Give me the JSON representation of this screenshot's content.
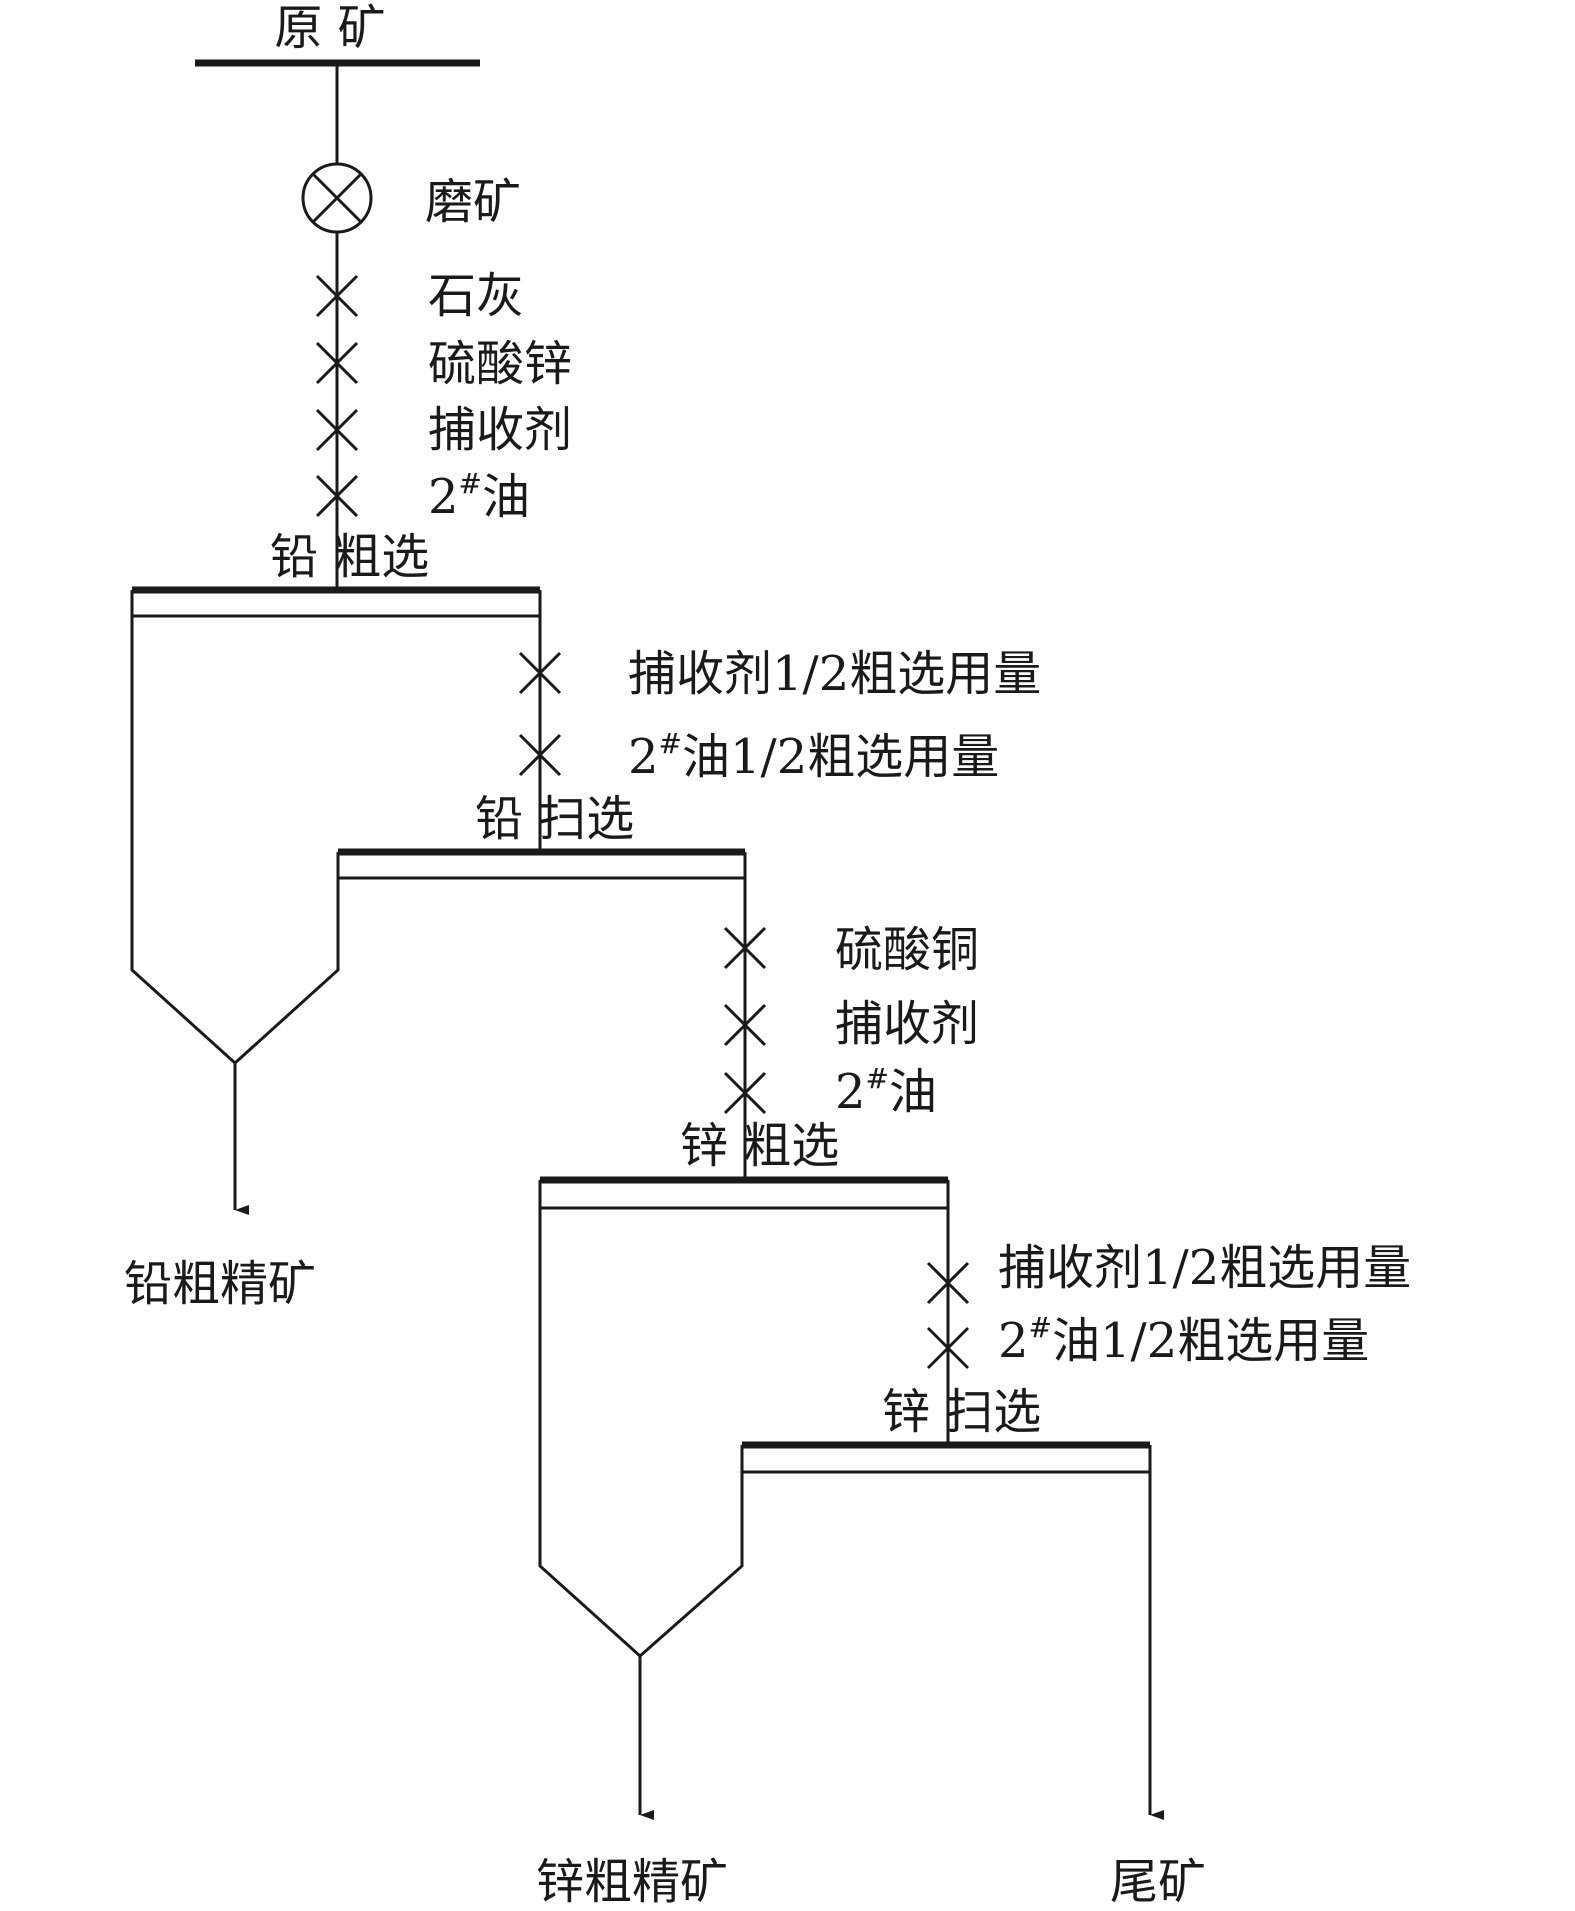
{
  "nodes": {
    "raw_ore": "原 矿",
    "grinding": "磨矿",
    "lead_rougher": "铅 粗选",
    "lead_scavenger": "铅 扫选",
    "zinc_rougher": "锌 粗选",
    "zinc_scavenger": "锌 扫选",
    "lead_concentrate": "铅粗精矿",
    "zinc_concentrate": "锌粗精矿",
    "tailings": "尾矿"
  },
  "reagents": {
    "lead_rougher": [
      {
        "text": "石灰"
      },
      {
        "text": "硫酸锌"
      },
      {
        "text": "捕收剂"
      },
      {
        "text": "油",
        "prefix": "2",
        "sup": "#"
      }
    ],
    "lead_scavenger": [
      {
        "text": "捕收剂1/2粗选用量"
      },
      {
        "text": "油1/2粗选用量",
        "prefix": "2",
        "sup": "#"
      }
    ],
    "zinc_rougher": [
      {
        "text": "硫酸铜"
      },
      {
        "text": "捕收剂"
      },
      {
        "text": "油",
        "prefix": "2",
        "sup": "#"
      }
    ],
    "zinc_scavenger": [
      {
        "text": "捕收剂1/2粗选用量"
      },
      {
        "text": "油1/2粗选用量",
        "prefix": "2",
        "sup": "#"
      }
    ]
  }
}
